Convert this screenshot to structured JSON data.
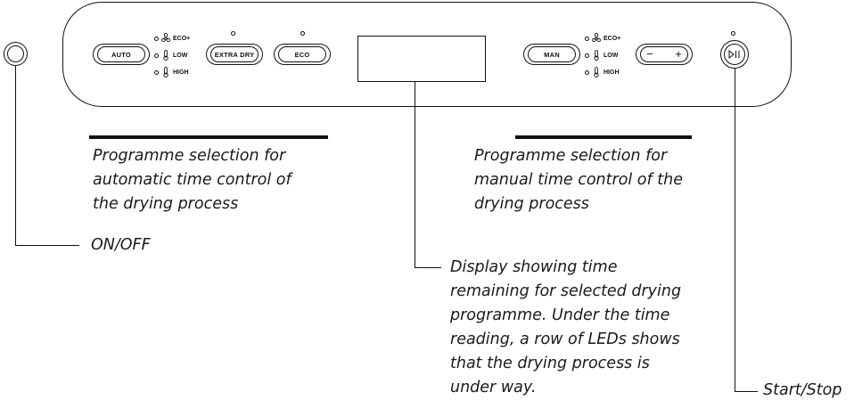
{
  "panel": {
    "auto_label": "AUTO",
    "extra_dry_label": "EXTRA DRY",
    "eco_label": "ECO",
    "man_label": "MAN",
    "minus_symbol": "−",
    "plus_symbol": "+",
    "left_options": [
      {
        "icon": "fan-icon",
        "label": "ECO+"
      },
      {
        "icon": "thermometer-icon",
        "label": "LOW"
      },
      {
        "icon": "thermometer-icon",
        "label": "HIGH"
      }
    ],
    "right_options": [
      {
        "icon": "fan-icon",
        "label": "ECO+"
      },
      {
        "icon": "thermometer-icon",
        "label": "LOW"
      },
      {
        "icon": "thermometer-icon",
        "label": "HIGH"
      }
    ]
  },
  "captions": {
    "auto_lines": [
      "Programme selection for",
      "automatic time control of",
      "the drying process"
    ],
    "onoff": "ON/OFF",
    "manual_lines": [
      "Programme selection for",
      "manual time control of the",
      "drying process"
    ],
    "display_lines": [
      "Display showing time",
      "remaining for selected drying",
      "programme. Under the time",
      "reading, a row of LEDs shows",
      "that the drying process is",
      "under way."
    ],
    "start_stop": "Start/Stop"
  }
}
